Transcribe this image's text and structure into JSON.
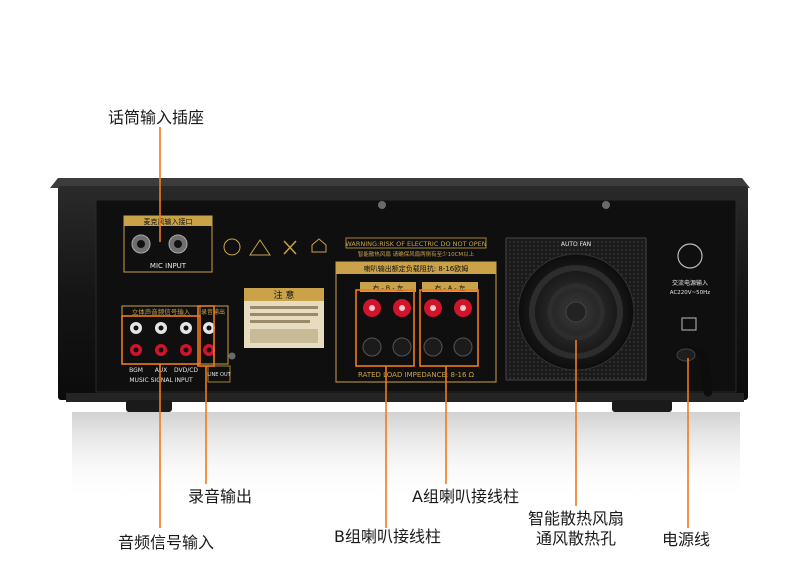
{
  "callouts": {
    "mic_input": "话筒输入插座",
    "record_output": "录音输出",
    "audio_input": "音频信号输入",
    "speaker_b": "B组喇叭接线柱",
    "speaker_a": "A组喇叭接线柱",
    "fan_line1": "智能散热风扇",
    "fan_line2": "通风散热孔",
    "power_cord": "电源线"
  },
  "panel": {
    "mic_section_title": "麦克风输入接口",
    "mic_input_label": "MIC INPUT",
    "warning_title": "WARNING:RISK OF ELECTRIC DO NOT OPEN",
    "warning_sub": "智能散热风扇  请确保风扇两侧有至少10CM以上",
    "impedance_cn": "喇叭输出额定负载阻抗: 8-16欧姆",
    "speaker_b_label": "右 - B - 左",
    "speaker_a_label": "右 - A - 左",
    "impedance_en": "RATED LOAD IMPEDANCE: 8-16 Ω",
    "attention_title": "注 意",
    "stereo_input_title": "立体声音频信号输入",
    "record_out_title": "录音输出",
    "bgm_label": "BGM",
    "aux_label": "AUX",
    "dvd_label": "DVD/CD",
    "music_signal_input": "MUSIC SIGNAL INPUT",
    "line_out": "LINE OUT",
    "auto_fan": "AUTO FAN",
    "power_cn": "交流电源输入",
    "power_spec": "AC220V~50Hz"
  },
  "colors": {
    "callout_line": "#f07a1e",
    "panel_black": "#111111",
    "silkscreen_gold": "#c9a24a",
    "binding_red": "#d1142b"
  }
}
